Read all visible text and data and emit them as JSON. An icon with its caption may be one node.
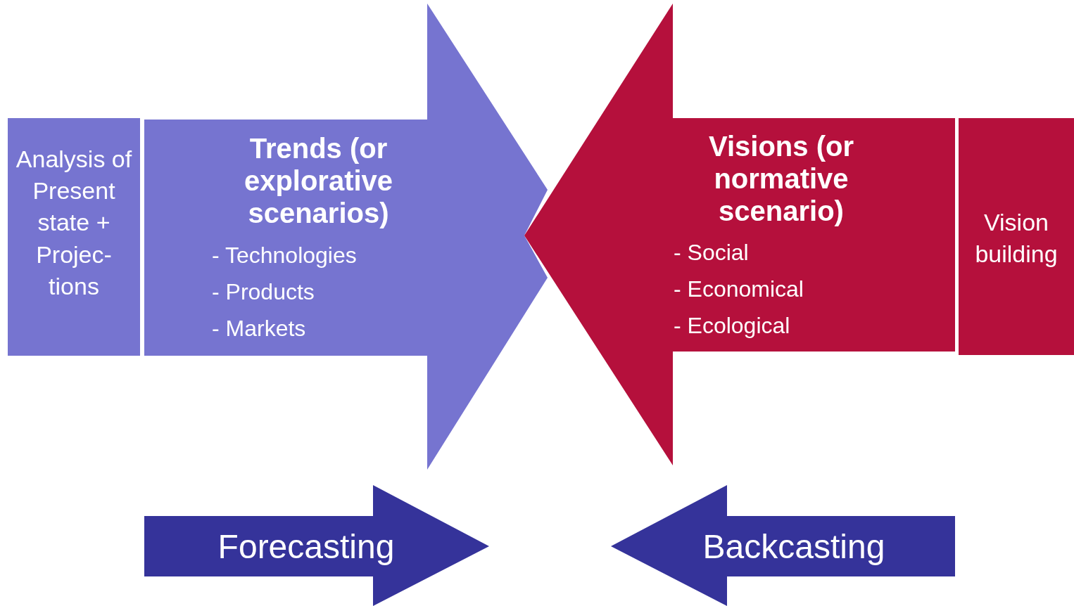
{
  "diagram": {
    "nodes": [
      {
        "text": [
          "Analysis of Present state + Projec- tions"
        ]
      },
      {
        "text": [
          "Trends (or explorative scenarios)",
          "- Technologies",
          "- Products",
          "- Markets"
        ]
      },
      {
        "text": [
          "Visions (or normative scenario)",
          "- Social",
          "- Economical",
          "- Ecological"
        ]
      },
      {
        "text": [
          "Vision building"
        ]
      },
      {
        "text": [
          "Forecasting"
        ]
      },
      {
        "text": [
          "Backcasting"
        ]
      }
    ]
  }
}
